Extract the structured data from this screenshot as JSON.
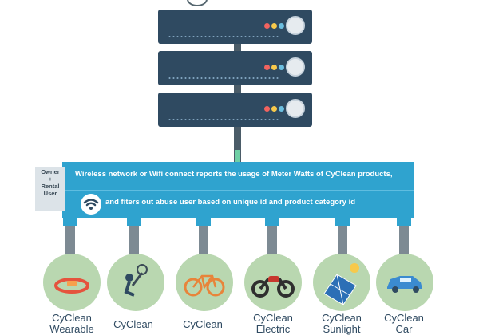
{
  "owner_box": {
    "lines": [
      "Owner",
      "+",
      "Rental",
      "User"
    ]
  },
  "network_band": {
    "line1": "Wireless network or Wifi connect reports the usage of Meter Watts of CyClean products,",
    "line2": "and fiters out abuse user based on unique id and product category id",
    "icon": "wifi-icon"
  },
  "servers": [
    {
      "name": "server-1",
      "leds": [
        "#f2635f",
        "#f7c94b",
        "#6cbfe0"
      ]
    },
    {
      "name": "server-2",
      "leds": [
        "#f2635f",
        "#f7c94b",
        "#6cbfe0"
      ]
    },
    {
      "name": "server-3",
      "leds": [
        "#f2635f",
        "#f7c94b",
        "#6cbfe0"
      ]
    }
  ],
  "products": [
    {
      "label": "CyClean\nWearable",
      "icon": "wearable-band-icon"
    },
    {
      "label": "CyClean",
      "icon": "person-bike-icon"
    },
    {
      "label": "CyClean",
      "icon": "bicycle-icon"
    },
    {
      "label": "CyClean\nElectric",
      "icon": "motorcycle-icon"
    },
    {
      "label": "CyClean\nSunlight",
      "icon": "solar-panel-icon"
    },
    {
      "label": "CyClean\nCar",
      "icon": "car-icon"
    }
  ],
  "colors": {
    "server": "#2f4a61",
    "band": "#2fa3cf",
    "circle": "#b9d7b0",
    "cable": "#4b5c68"
  }
}
